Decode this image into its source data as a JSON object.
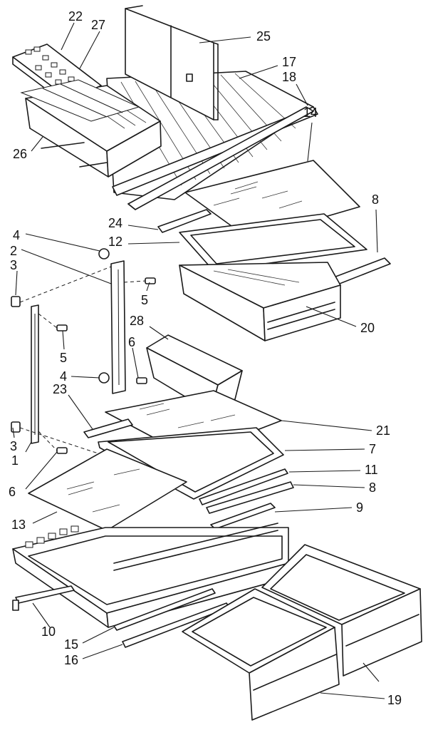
{
  "callouts": {
    "c22": "22",
    "c27": "27",
    "c25": "25",
    "c17": "17",
    "c18": "18",
    "c14": "14",
    "c26": "26",
    "c8a": "8",
    "c24": "24",
    "c12": "12",
    "c4a": "4",
    "c2": "2",
    "c3a": "3",
    "c5a": "5",
    "c28": "28",
    "c5b": "5",
    "c6a": "6",
    "c20": "20",
    "c4b": "4",
    "c23": "23",
    "c21": "21",
    "c3b": "3",
    "c7": "7",
    "c1": "1",
    "c11": "11",
    "c6b": "6",
    "c8b": "8",
    "c9": "9",
    "c13": "13",
    "c10": "10",
    "c15": "15",
    "c16": "16",
    "c19": "19"
  }
}
